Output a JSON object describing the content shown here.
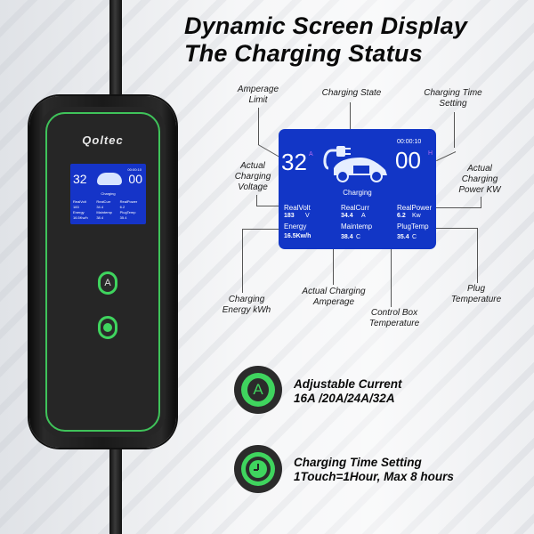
{
  "title": {
    "line1": "Dynamic Screen Display",
    "line2": "The Charging Status"
  },
  "device": {
    "brand": "Qoltec",
    "brand_accent_color": "#3fc35a",
    "buttons": [
      {
        "icon": "ampere-icon",
        "glyph": "A"
      },
      {
        "icon": "clock-icon",
        "glyph": "◔"
      }
    ]
  },
  "screen": {
    "background_color": "#1236c6",
    "amperage_limit": "32",
    "amperage_unit": "A",
    "timer": "00:00:10",
    "hours": "00",
    "hours_unit": "H",
    "state": "Charging",
    "readings": [
      {
        "label": "RealVolt",
        "value": "183",
        "unit": "V"
      },
      {
        "label": "RealCurr",
        "value": "34.4",
        "unit": "A"
      },
      {
        "label": "RealPower",
        "value": "6.2",
        "unit": "Kw"
      },
      {
        "label": "Energy",
        "value": "16.5Kw/h",
        "unit": ""
      },
      {
        "label": "Maintemp",
        "value": "38.4",
        "unit": "C"
      },
      {
        "label": "PlugTemp",
        "value": "35.4",
        "unit": "C"
      }
    ]
  },
  "callouts": {
    "amperage_limit": "Amperage Limit",
    "charging_state": "Charging State",
    "charging_time_setting": "Charging Time Setting",
    "actual_charging_voltage": "Actual Charging Voltage",
    "actual_charging_power": "Actual Charging Power KW",
    "charging_energy": "Charging Energy kWh",
    "actual_charging_amperage": "Actual Charging Amperage",
    "control_box_temperature": "Control Box Temperature",
    "plug_temperature": "Plug Temperature"
  },
  "features": [
    {
      "icon": "ampere-icon",
      "glyph": "A",
      "title": "Adjustable Current",
      "detail": "16A /20A/24A/32A"
    },
    {
      "icon": "clock-icon",
      "glyph": "",
      "title": "Charging Time Setting",
      "detail": "1Touch=1Hour, Max 8 hours"
    }
  ]
}
